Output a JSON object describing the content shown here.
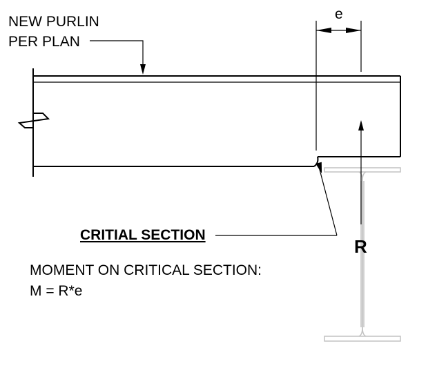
{
  "labels": {
    "purlin_line1": "NEW PURLIN",
    "purlin_line2": "PER PLAN",
    "dimension_e": "e",
    "critical_section": "CRITIAL SECTION",
    "reaction": "R",
    "moment_line1": "MOMENT ON CRITICAL SECTION:",
    "moment_line2": "M = R*e"
  },
  "colors": {
    "line": "#000000",
    "support_beam": "#c2c2c2",
    "background": "#ffffff"
  }
}
